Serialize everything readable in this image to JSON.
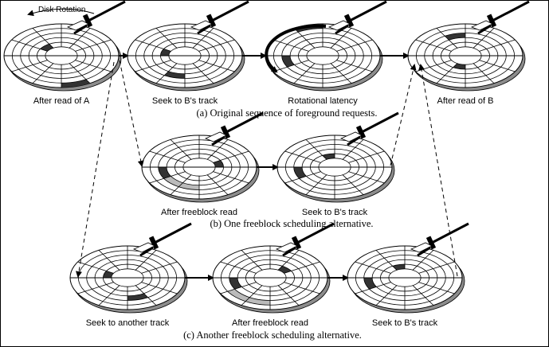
{
  "figure": {
    "rotation_label": "Disk Rotation",
    "captions": {
      "a": "(a) Original sequence of foreground requests.",
      "b": "(b) One freeblock scheduling alternative.",
      "c": "(c) Another freeblock scheduling alternative."
    },
    "colors": {
      "sector_dark": "#333333",
      "sector_freeblock": "#bbbbbb",
      "platter_edge": "#8c8c8c",
      "line": "#000000"
    },
    "disks": [
      {
        "id": "a1",
        "row": "a",
        "label": "After read of A",
        "dark": [
          [
            4,
            5
          ],
          [
            0,
            10
          ]
        ],
        "light": [],
        "rotation_arrow": false
      },
      {
        "id": "a2",
        "row": "a",
        "label": "Seek to B's track",
        "dark": [
          [
            2,
            6
          ],
          [
            0,
            9
          ]
        ],
        "light": [],
        "rotation_arrow": false
      },
      {
        "id": "a3",
        "row": "a",
        "label": "Rotational latency",
        "dark": [
          [
            2,
            8
          ],
          [
            4,
            11
          ]
        ],
        "light": [],
        "rotation_arrow": true
      },
      {
        "id": "a4",
        "row": "a",
        "label": "After read of B",
        "dark": [
          [
            0,
            6
          ],
          [
            2,
            11
          ]
        ],
        "light": [],
        "rotation_arrow": false
      },
      {
        "id": "b1",
        "row": "b",
        "label": "After freeblock read",
        "dark": [
          [
            0,
            2
          ],
          [
            2,
            8
          ]
        ],
        "light": [
          [
            2,
            6
          ],
          [
            2,
            7
          ]
        ],
        "rotation_arrow": false
      },
      {
        "id": "b2",
        "row": "b",
        "label": "Seek to B's track",
        "dark": [
          [
            2,
            8
          ],
          [
            0,
            11
          ]
        ],
        "light": [],
        "rotation_arrow": false
      },
      {
        "id": "c1",
        "row": "c",
        "label": "Seek to another track",
        "dark": [
          [
            2,
            5
          ],
          [
            0,
            9
          ]
        ],
        "light": [],
        "rotation_arrow": false
      },
      {
        "id": "c2",
        "row": "c",
        "label": "After freeblock read",
        "dark": [
          [
            0,
            1
          ],
          [
            2,
            8
          ]
        ],
        "light": [
          [
            3,
            6
          ],
          [
            3,
            7
          ]
        ],
        "rotation_arrow": false
      },
      {
        "id": "c3",
        "row": "c",
        "label": "Seek to B's track",
        "dark": [
          [
            2,
            8
          ],
          [
            0,
            11
          ]
        ],
        "light": [],
        "rotation_arrow": false
      }
    ]
  }
}
